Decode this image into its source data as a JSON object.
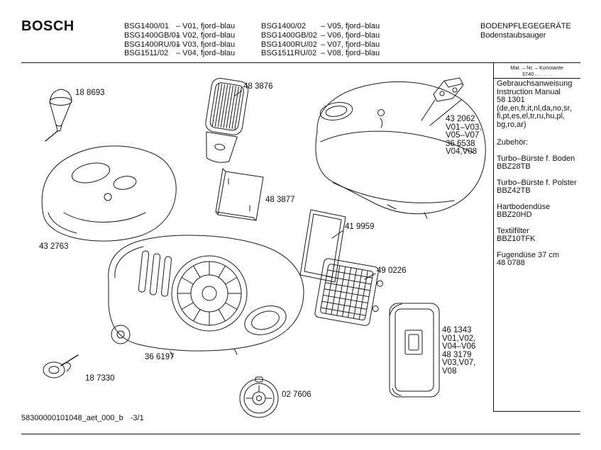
{
  "header": {
    "brand": "BOSCH",
    "category": "BODENPFLEGEGERÄTE",
    "subcategory": "Bodenstaubsauger",
    "models_col1": [
      {
        "model": "BSG1400/01",
        "variant": "– V01, fjord–blau"
      },
      {
        "model": "BSG1400GB/01",
        "variant": "– V02, fjord–blau"
      },
      {
        "model": "BSG1400RU/01",
        "variant": "– V03, fjord–blau"
      },
      {
        "model": "BSG1511/02",
        "variant": "– V04, fjord–blau"
      }
    ],
    "models_col2": [
      {
        "model": "BSG1400/02",
        "variant": "– V05, fjord–blau"
      },
      {
        "model": "BSG1400GB/02",
        "variant": "– V06, fjord–blau"
      },
      {
        "model": "BSG1400RU/02",
        "variant": "– V07, fjord–blau"
      },
      {
        "model": "BSG1511RU/02",
        "variant": "– V08, fjord–blau"
      }
    ]
  },
  "sidebar": {
    "mat_label": "Mat. – Nr. – Konstante",
    "mat_value": "3740 . . . . . .",
    "manual_lines": [
      "Gebrauchsanweisung",
      "Instruction Manual",
      "58 1301",
      "(de,en,fr,it,nl,da,no,sr,",
      "fi,pt,es,el,tr,ru,hu,pl,",
      "bg,ro,ar)"
    ],
    "accessories_title": "Zubehör:",
    "accessories": [
      {
        "name": "Turbo–Bürste f. Boden",
        "code": "BBZ28TB"
      },
      {
        "name": "Turbo–Bürste f. Polster",
        "code": "BBZ42TB"
      },
      {
        "name": "Hartbodendüse",
        "code": "BBZ20HD"
      },
      {
        "name": "Textilfilter",
        "code": "BBZ10TFK"
      },
      {
        "name": "Fugendüse 37 cm",
        "code": "48 0788"
      }
    ]
  },
  "labels": [
    {
      "lines": [
        "18 8693"
      ]
    },
    {
      "lines": [
        "48 3876"
      ]
    },
    {
      "lines": [
        "43 2062",
        "V01–V03,",
        "V05–V07",
        "36 6538",
        "V04,V08"
      ]
    },
    {
      "lines": [
        "48 3877"
      ]
    },
    {
      "lines": [
        "43 2763"
      ]
    },
    {
      "lines": [
        "41 9959"
      ]
    },
    {
      "lines": [
        "49 0226"
      ]
    },
    {
      "lines": [
        "36 6197"
      ]
    },
    {
      "lines": [
        "18 7330"
      ]
    },
    {
      "lines": [
        "02 7606"
      ]
    },
    {
      "lines": [
        "46 1343",
        "V01,V02,",
        "V04–V06",
        "48 3179",
        "V03,V07,",
        "V08"
      ]
    }
  ],
  "footer": {
    "doc": "58300000101048_aet_000_b",
    "page": "-3/1"
  }
}
